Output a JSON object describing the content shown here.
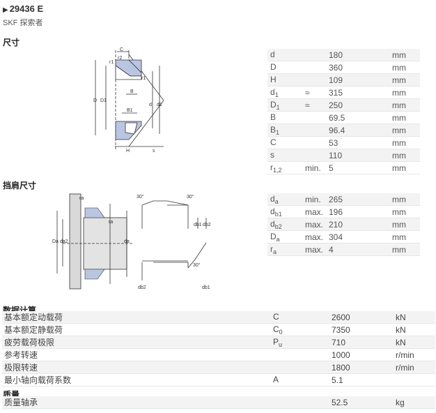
{
  "header": {
    "title": "29436 E",
    "subtitle": "SKF 探索者"
  },
  "sections": {
    "dimensions": "尺寸",
    "abutment": "挡肩尺寸",
    "calc": "数据计算",
    "mass": "质量"
  },
  "dimensions": [
    {
      "sym": "d",
      "sub": "",
      "qual": "",
      "val": "180",
      "unit": "mm"
    },
    {
      "sym": "D",
      "sub": "",
      "qual": "",
      "val": "360",
      "unit": "mm"
    },
    {
      "sym": "H",
      "sub": "",
      "qual": "",
      "val": "109",
      "unit": "mm"
    },
    {
      "sym": "d",
      "sub": "1",
      "qual": "≈",
      "val": "315",
      "unit": "mm"
    },
    {
      "sym": "D",
      "sub": "1",
      "qual": "≈",
      "val": "250",
      "unit": "mm"
    },
    {
      "sym": "B",
      "sub": "",
      "qual": "",
      "val": "69.5",
      "unit": "mm"
    },
    {
      "sym": "B",
      "sub": "1",
      "qual": "",
      "val": "96.4",
      "unit": "mm"
    },
    {
      "sym": "C",
      "sub": "",
      "qual": "",
      "val": "53",
      "unit": "mm"
    },
    {
      "sym": "s",
      "sub": "",
      "qual": "",
      "val": "110",
      "unit": "mm"
    },
    {
      "sym": "r",
      "sub": "1,2",
      "qual": "min.",
      "val": "5",
      "unit": "mm"
    }
  ],
  "abutment": [
    {
      "sym": "d",
      "sub": "a",
      "qual": "min.",
      "val": "265",
      "unit": "mm"
    },
    {
      "sym": "d",
      "sub": "b1",
      "qual": "max.",
      "val": "196",
      "unit": "mm"
    },
    {
      "sym": "d",
      "sub": "b2",
      "qual": "max.",
      "val": "210",
      "unit": "mm"
    },
    {
      "sym": "D",
      "sub": "a",
      "qual": "max.",
      "val": "304",
      "unit": "mm"
    },
    {
      "sym": "r",
      "sub": "a",
      "qual": "max.",
      "val": "4",
      "unit": "mm"
    }
  ],
  "calc": [
    {
      "name": "基本额定动载荷",
      "sym": "C",
      "sub": "",
      "val": "2600",
      "unit": "kN"
    },
    {
      "name": "基本额定静载荷",
      "sym": "C",
      "sub": "0",
      "val": "7350",
      "unit": "kN"
    },
    {
      "name": "疲劳载荷极限",
      "sym": "P",
      "sub": "u",
      "val": "710",
      "unit": "kN"
    },
    {
      "name": "参考转速",
      "sym": "",
      "sub": "",
      "val": "1000",
      "unit": "r/min"
    },
    {
      "name": "极限转速",
      "sym": "",
      "sub": "",
      "val": "1800",
      "unit": "r/min"
    },
    {
      "name": "最小轴向载荷系数",
      "sym": "A",
      "sub": "",
      "val": "5.1",
      "unit": ""
    }
  ],
  "mass": [
    {
      "name": "质量轴承",
      "sym": "",
      "sub": "",
      "val": "52.5",
      "unit": "kg"
    }
  ],
  "drawing_labels": {
    "C": "C",
    "r2": "r2",
    "r1": "r1",
    "B": "B",
    "B1": "B1",
    "D": "D",
    "D1": "D1",
    "d": "d",
    "d1": "d1",
    "H": "H",
    "s": "s",
    "ra": "ra",
    "Da": "Da",
    "da2": "da2",
    "da": "da",
    "angle30": "30°",
    "db1": "db1",
    "db2": "db2"
  },
  "colors": {
    "section_fill": "#b9c6e2",
    "line": "#333333",
    "row_alt": "#f3f3f3"
  }
}
